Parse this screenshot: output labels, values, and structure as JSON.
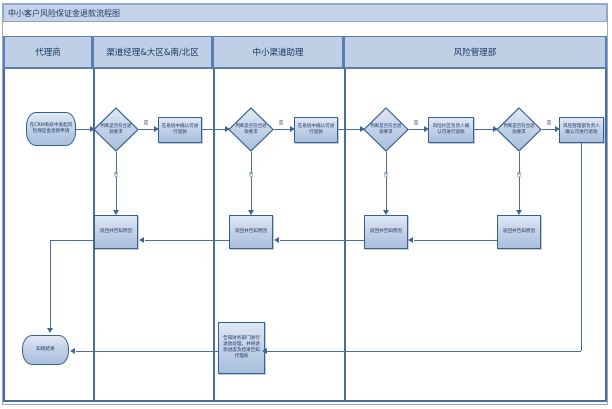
{
  "diagram": {
    "title": "中小客户风险保证金退款流程图",
    "type": "swimlane-flowchart",
    "lanes": [
      {
        "id": "agent",
        "label": "代理商"
      },
      {
        "id": "channel-mgr",
        "label": "渠道经理&大区&南/北区"
      },
      {
        "id": "channel-asst",
        "label": "中小渠道助理"
      },
      {
        "id": "risk-dept",
        "label": "风险管理部"
      }
    ],
    "colors": {
      "lane_header_fill": "#bfcfe5",
      "lane_border": "#4a6d9e",
      "shape_fill": "#c3d2e8",
      "shape_border": "#36618e",
      "title_fill": "#c5d3e8",
      "text": "#1f3864",
      "connector": "#4a6d9e"
    },
    "edge_labels": {
      "yes": "是",
      "no": "否"
    },
    "nodes": {
      "start": {
        "shape": "terminator",
        "lane": "agent",
        "text": "在CRM系统中发起风险保证金退款申请"
      },
      "dec1": {
        "shape": "decision",
        "lane": "channel-mgr",
        "text": "判断是否符合退款要求"
      },
      "proc1": {
        "shape": "process",
        "lane": "channel-mgr",
        "text": "在系统中确认可进行退款"
      },
      "dec2": {
        "shape": "decision",
        "lane": "channel-asst",
        "text": "判断是否符合退款要求"
      },
      "proc2": {
        "shape": "process",
        "lane": "channel-asst",
        "text": "在系统中确认可进行退款"
      },
      "dec3": {
        "shape": "decision",
        "lane": "risk-dept",
        "text": "判断是否符合退款要求"
      },
      "proc3": {
        "shape": "process",
        "lane": "risk-dept",
        "text": "风险片区负责人确认可进行退款"
      },
      "dec4": {
        "shape": "decision",
        "lane": "risk-dept",
        "text": "判断是否符合退款要求"
      },
      "proc4": {
        "shape": "process",
        "lane": "risk-dept",
        "text": "风险管理部负责人确认可进行退款"
      },
      "reject1": {
        "shape": "process",
        "lane": "channel-mgr",
        "text": "驳回并告知原因"
      },
      "reject2": {
        "shape": "process",
        "lane": "channel-asst",
        "text": "驳回并告知原因"
      },
      "reject3": {
        "shape": "process",
        "lane": "risk-dept",
        "text": "驳回并告知原因"
      },
      "reject4": {
        "shape": "process",
        "lane": "risk-dept",
        "text": "驳回并告知原因"
      },
      "finance": {
        "shape": "process",
        "lane": "channel-asst",
        "text": "告知财务部门进行退款处理，并将退款进度及结果告知代理商"
      },
      "end": {
        "shape": "terminator",
        "lane": "agent",
        "text": "知晓结果"
      }
    }
  }
}
